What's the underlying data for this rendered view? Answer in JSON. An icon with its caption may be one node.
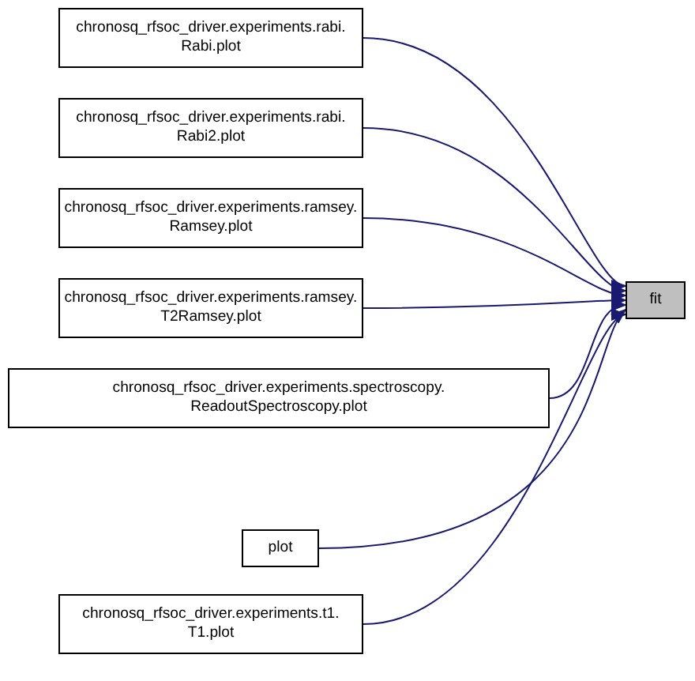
{
  "diagram": {
    "nodes": [
      {
        "text": [
          "chronosq_rfsoc_driver.experiments.rabi. Rabi.plot"
        ]
      },
      {
        "text": [
          "chronosq_rfsoc_driver.experiments.rabi. Rabi2.plot"
        ]
      },
      {
        "text": [
          "chronosq_rfsoc_driver.experiments.ramsey. Ramsey.plot"
        ]
      },
      {
        "text": [
          "chronosq_rfsoc_driver.experiments.ramsey. T2Ramsey.plot"
        ]
      },
      {
        "text": [
          "chronosq_rfsoc_driver.experiments.spectroscopy. ReadoutSpectroscopy.plot"
        ]
      },
      {
        "text": [
          "plot"
        ]
      },
      {
        "text": [
          "chronosq_rfsoc_driver.experiments.t1. T1.plot"
        ]
      },
      {
        "text": [
          "fit"
        ]
      }
    ],
    "edges": [
      {
        "from": 0,
        "to": 7,
        "arrow": "to"
      },
      {
        "from": 1,
        "to": 7,
        "arrow": "to"
      },
      {
        "from": 2,
        "to": 7,
        "arrow": "to"
      },
      {
        "from": 3,
        "to": 7,
        "arrow": "to"
      },
      {
        "from": 4,
        "to": 7,
        "arrow": "to"
      },
      {
        "from": 5,
        "to": 7,
        "arrow": "to"
      },
      {
        "from": 6,
        "to": 7,
        "arrow": "to"
      }
    ]
  }
}
